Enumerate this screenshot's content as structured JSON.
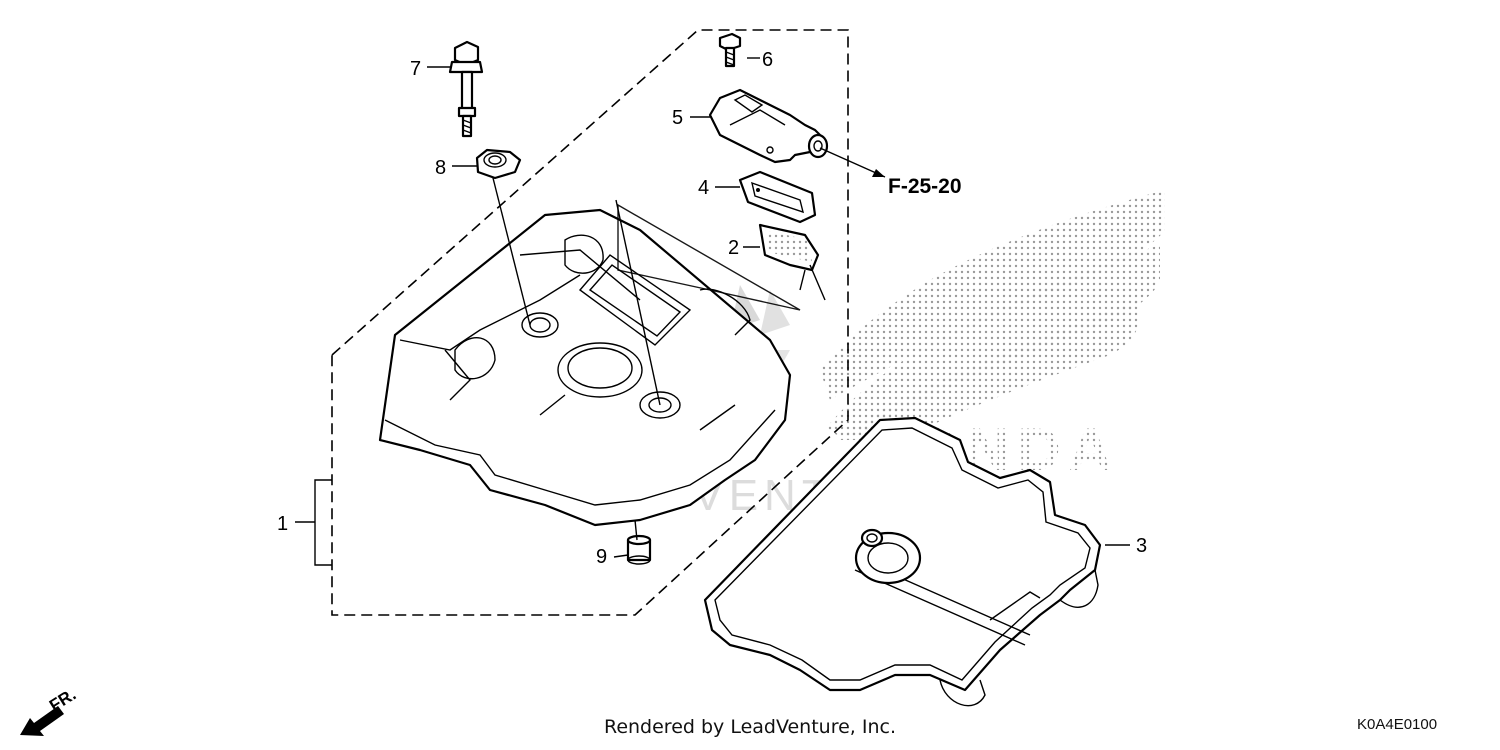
{
  "callouts": [
    {
      "id": "1",
      "label": "1"
    },
    {
      "id": "2",
      "label": "2"
    },
    {
      "id": "3",
      "label": "3"
    },
    {
      "id": "4",
      "label": "4"
    },
    {
      "id": "5",
      "label": "5"
    },
    {
      "id": "6",
      "label": "6"
    },
    {
      "id": "7",
      "label": "7"
    },
    {
      "id": "8",
      "label": "8"
    },
    {
      "id": "9",
      "label": "9"
    }
  ],
  "reference": "F-25-20",
  "front_label": "FR.",
  "watermark": "LEADVENTURE",
  "brand_watermark": "HONDA",
  "footer": "Rendered by LeadVenture, Inc.",
  "diagram_code": "K0A4E0100"
}
